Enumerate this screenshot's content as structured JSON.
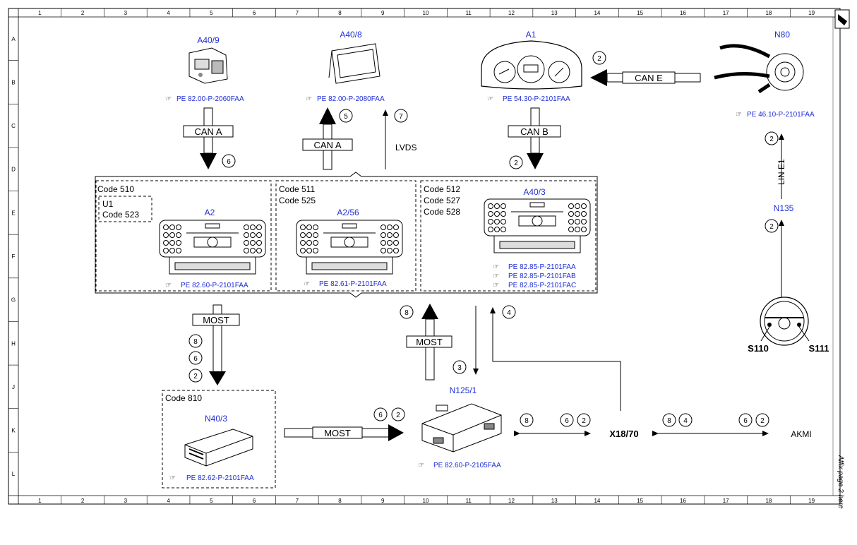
{
  "grid": {
    "columns": [
      "1",
      "2",
      "3",
      "4",
      "5",
      "6",
      "7",
      "8",
      "9",
      "10",
      "11",
      "12",
      "13",
      "14",
      "15",
      "16",
      "17",
      "18",
      "19"
    ],
    "rows": [
      "A",
      "B",
      "C",
      "D",
      "E",
      "F",
      "G",
      "H",
      "J",
      "K",
      "L"
    ]
  },
  "components": {
    "a40_9": {
      "label": "A40/9",
      "ref": "PE 82.00-P-2060FAA"
    },
    "a40_8": {
      "label": "A40/8",
      "ref": "PE 82.00-P-2080FAA"
    },
    "a1": {
      "label": "A1",
      "ref": "PE 54.30-P-2101FAA"
    },
    "n80": {
      "label": "N80",
      "ref": "PE 46.10-P-2101FAA"
    },
    "a2": {
      "label": "A2",
      "ref": "PE 82.60-P-2101FAA"
    },
    "a2_56": {
      "label": "A2/56",
      "ref": "PE 82.61-P-2101FAA"
    },
    "a40_3": {
      "label": "A40/3",
      "refs": [
        "PE 82.85-P-2101FAA",
        "PE 82.85-P-2101FAB",
        "PE 82.85-P-2101FAC"
      ]
    },
    "n135": {
      "label": "N135"
    },
    "s110": {
      "label": "S110"
    },
    "s111": {
      "label": "S111"
    },
    "n40_3": {
      "label": "N40/3",
      "ref": "PE 82.62-P-2101FAA"
    },
    "n125_1": {
      "label": "N125/1",
      "ref": "PE 82.60-P-2105FAA"
    },
    "x18_70": {
      "label": "X18/70"
    },
    "akmi": {
      "label": "AKMI"
    }
  },
  "codes": {
    "box1_code": "Code 510",
    "box1_u1": "U1",
    "box1_u1_code": "Code 523",
    "box2_a": "Code 511",
    "box2_b": "Code 525",
    "box3_a": "Code 512",
    "box3_b": "Code 527",
    "box3_c": "Code 528",
    "box4": "Code 810"
  },
  "buses": {
    "can_a": "CAN A",
    "can_b": "CAN B",
    "can_e": "CAN E",
    "lvds": "LVDS",
    "lin_e1": "LIN E1",
    "most": "MOST"
  },
  "numbers": {
    "n2": "2",
    "n3": "3",
    "n4": "4",
    "n5": "5",
    "n6": "6",
    "n7": "7",
    "n8": "8"
  },
  "side_note": "Affix page 2 here"
}
